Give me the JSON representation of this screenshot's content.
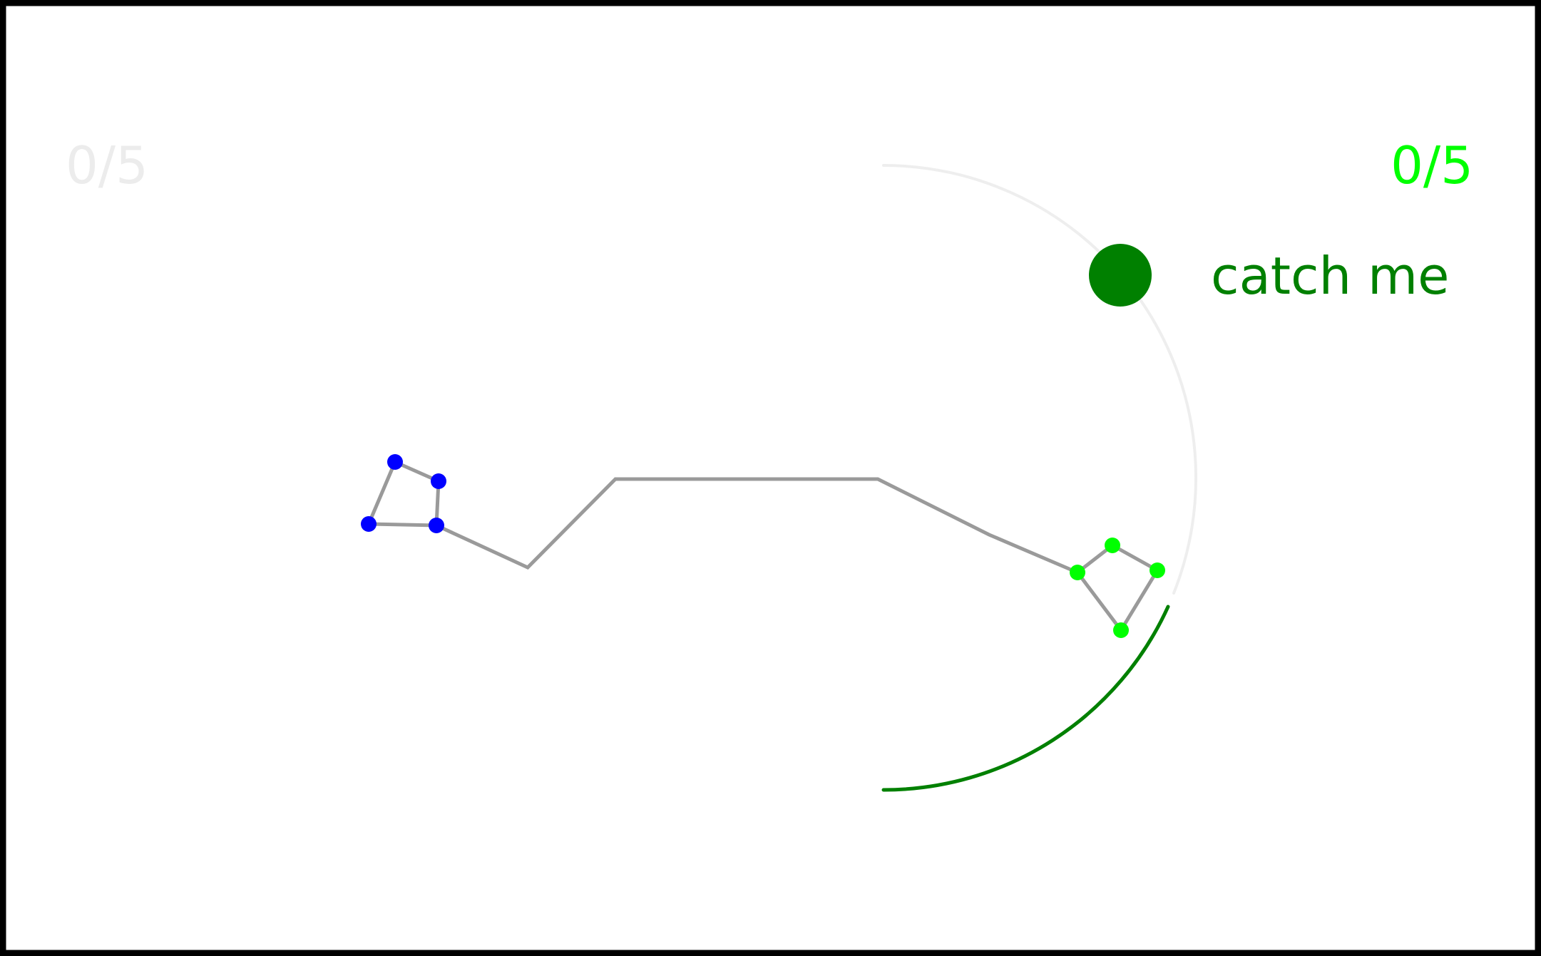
{
  "scores": {
    "left": "0/5",
    "right": "0/5"
  },
  "target": {
    "label": "catch me"
  },
  "colors": {
    "frame": "#000000",
    "background": "#ffffff",
    "left_score": "#ececec",
    "right_score": "#00ff00",
    "target": "#008000",
    "target_label": "#008000",
    "rope": "#9a9a9a",
    "left_player_nodes": "#0000ff",
    "right_player_nodes": "#00ff00",
    "track_faint": "#eeeeee",
    "track_progress": "#008000"
  }
}
